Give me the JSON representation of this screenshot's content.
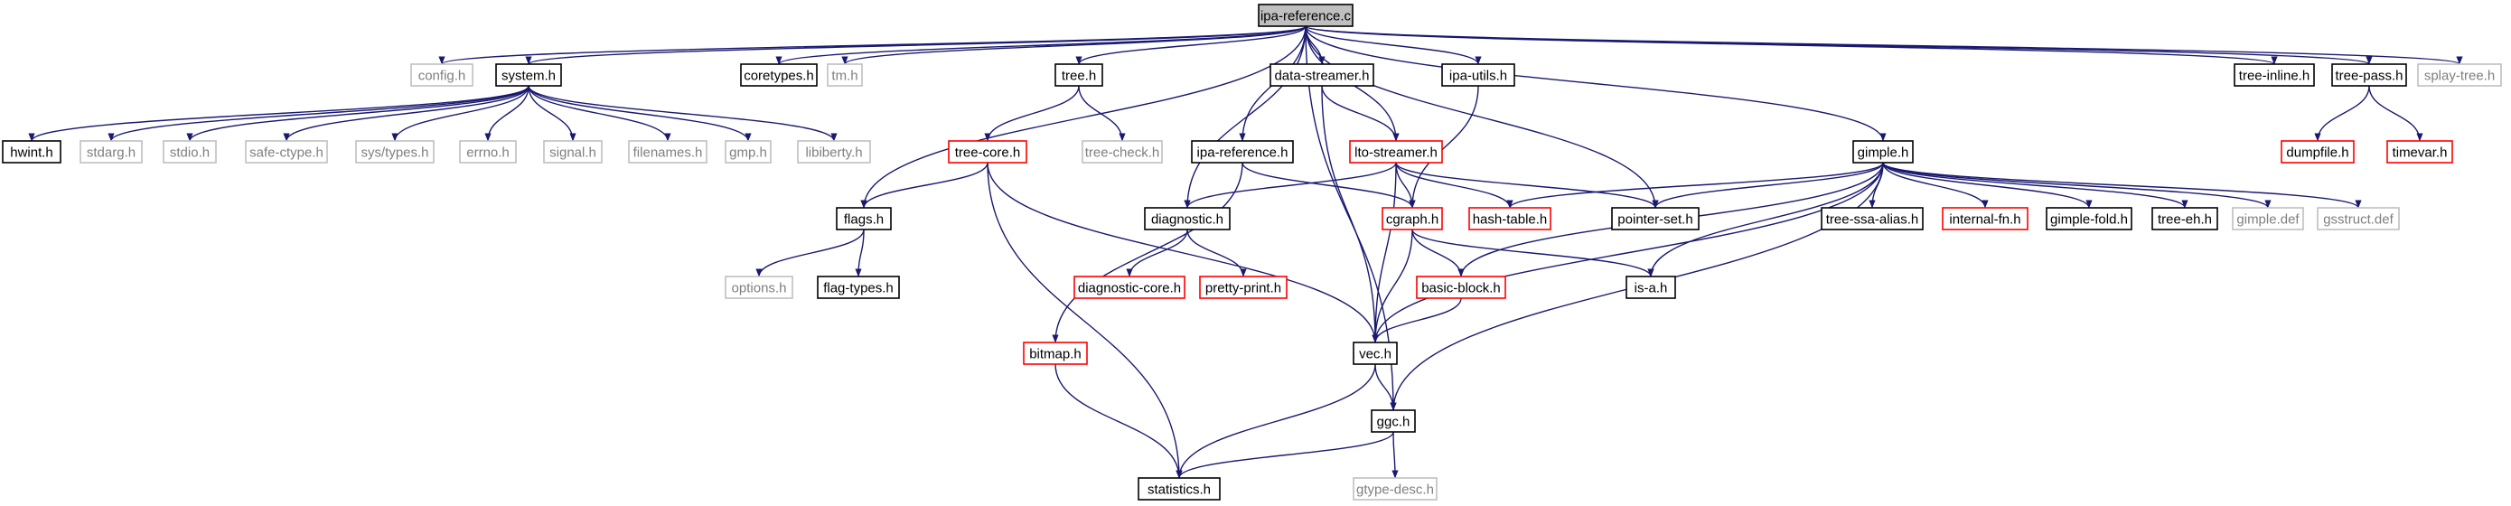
{
  "styles": {
    "root": {
      "fill": "#bfbfbf",
      "stroke": "#000000",
      "text": "#000000"
    },
    "normal": {
      "fill": "#ffffff",
      "stroke": "#000000",
      "text": "#000000"
    },
    "gray": {
      "fill": "#ffffff",
      "stroke": "#bfbfbf",
      "text": "#7f7f7f"
    },
    "red": {
      "fill": "#ffffff",
      "stroke": "#ff0000",
      "text": "#000000"
    },
    "edge": "#191970"
  },
  "nodes": [
    {
      "id": "ipa-reference-c",
      "label": "ipa-reference.c",
      "style": "root"
    },
    {
      "id": "config-h",
      "label": "config.h",
      "style": "gray"
    },
    {
      "id": "system-h",
      "label": "system.h",
      "style": "normal"
    },
    {
      "id": "coretypes-h",
      "label": "coretypes.h",
      "style": "normal"
    },
    {
      "id": "tm-h",
      "label": "tm.h",
      "style": "gray"
    },
    {
      "id": "tree-h",
      "label": "tree.h",
      "style": "normal"
    },
    {
      "id": "data-streamer-h",
      "label": "data-streamer.h",
      "style": "normal"
    },
    {
      "id": "ipa-utils-h",
      "label": "ipa-utils.h",
      "style": "normal"
    },
    {
      "id": "tree-inline-h",
      "label": "tree-inline.h",
      "style": "normal"
    },
    {
      "id": "tree-pass-h",
      "label": "tree-pass.h",
      "style": "normal"
    },
    {
      "id": "splay-tree-h",
      "label": "splay-tree.h",
      "style": "gray"
    },
    {
      "id": "hwint-h",
      "label": "hwint.h",
      "style": "normal"
    },
    {
      "id": "stdarg-h",
      "label": "stdarg.h",
      "style": "gray"
    },
    {
      "id": "stdio-h",
      "label": "stdio.h",
      "style": "gray"
    },
    {
      "id": "safe-ctype-h",
      "label": "safe-ctype.h",
      "style": "gray"
    },
    {
      "id": "sys-types-h",
      "label": "sys/types.h",
      "style": "gray"
    },
    {
      "id": "errno-h",
      "label": "errno.h",
      "style": "gray"
    },
    {
      "id": "signal-h",
      "label": "signal.h",
      "style": "gray"
    },
    {
      "id": "filenames-h",
      "label": "filenames.h",
      "style": "gray"
    },
    {
      "id": "gmp-h",
      "label": "gmp.h",
      "style": "gray"
    },
    {
      "id": "libiberty-h",
      "label": "libiberty.h",
      "style": "gray"
    },
    {
      "id": "tree-core-h",
      "label": "tree-core.h",
      "style": "red"
    },
    {
      "id": "tree-check-h",
      "label": "tree-check.h",
      "style": "gray"
    },
    {
      "id": "ipa-reference-h",
      "label": "ipa-reference.h",
      "style": "normal"
    },
    {
      "id": "lto-streamer-h",
      "label": "lto-streamer.h",
      "style": "red"
    },
    {
      "id": "gimple-h",
      "label": "gimple.h",
      "style": "normal"
    },
    {
      "id": "dumpfile-h",
      "label": "dumpfile.h",
      "style": "red"
    },
    {
      "id": "timevar-h",
      "label": "timevar.h",
      "style": "red"
    },
    {
      "id": "flags-h",
      "label": "flags.h",
      "style": "normal"
    },
    {
      "id": "diagnostic-h",
      "label": "diagnostic.h",
      "style": "normal"
    },
    {
      "id": "cgraph-h",
      "label": "cgraph.h",
      "style": "red"
    },
    {
      "id": "hash-table-h",
      "label": "hash-table.h",
      "style": "red"
    },
    {
      "id": "pointer-set-h",
      "label": "pointer-set.h",
      "style": "normal"
    },
    {
      "id": "tree-ssa-alias-h",
      "label": "tree-ssa-alias.h",
      "style": "normal"
    },
    {
      "id": "internal-fn-h",
      "label": "internal-fn.h",
      "style": "red"
    },
    {
      "id": "gimple-fold-h",
      "label": "gimple-fold.h",
      "style": "normal"
    },
    {
      "id": "tree-eh-h",
      "label": "tree-eh.h",
      "style": "normal"
    },
    {
      "id": "gimple-def",
      "label": "gimple.def",
      "style": "gray"
    },
    {
      "id": "gsstruct-def",
      "label": "gsstruct.def",
      "style": "gray"
    },
    {
      "id": "options-h",
      "label": "options.h",
      "style": "gray"
    },
    {
      "id": "flag-types-h",
      "label": "flag-types.h",
      "style": "normal"
    },
    {
      "id": "diagnostic-core-h",
      "label": "diagnostic-core.h",
      "style": "red"
    },
    {
      "id": "pretty-print-h",
      "label": "pretty-print.h",
      "style": "red"
    },
    {
      "id": "basic-block-h",
      "label": "basic-block.h",
      "style": "red"
    },
    {
      "id": "is-a-h",
      "label": "is-a.h",
      "style": "normal"
    },
    {
      "id": "bitmap-h",
      "label": "bitmap.h",
      "style": "red"
    },
    {
      "id": "vec-h",
      "label": "vec.h",
      "style": "normal"
    },
    {
      "id": "ggc-h",
      "label": "ggc.h",
      "style": "normal"
    },
    {
      "id": "statistics-h",
      "label": "statistics.h",
      "style": "normal"
    },
    {
      "id": "gtype-desc-h",
      "label": "gtype-desc.h",
      "style": "gray"
    }
  ],
  "edges": [
    [
      "ipa-reference-c",
      "config-h"
    ],
    [
      "ipa-reference-c",
      "system-h"
    ],
    [
      "ipa-reference-c",
      "coretypes-h"
    ],
    [
      "ipa-reference-c",
      "tm-h"
    ],
    [
      "ipa-reference-c",
      "tree-h"
    ],
    [
      "ipa-reference-c",
      "data-streamer-h"
    ],
    [
      "ipa-reference-c",
      "ipa-utils-h"
    ],
    [
      "ipa-reference-c",
      "tree-inline-h"
    ],
    [
      "ipa-reference-c",
      "tree-pass-h"
    ],
    [
      "ipa-reference-c",
      "splay-tree-h"
    ],
    [
      "ipa-reference-c",
      "flags-h"
    ],
    [
      "ipa-reference-c",
      "diagnostic-h"
    ],
    [
      "ipa-reference-c",
      "ipa-reference-h"
    ],
    [
      "ipa-reference-c",
      "lto-streamer-h"
    ],
    [
      "ipa-reference-c",
      "pointer-set-h"
    ],
    [
      "ipa-reference-c",
      "gimple-h"
    ],
    [
      "ipa-reference-c",
      "ggc-h"
    ],
    [
      "system-h",
      "hwint-h"
    ],
    [
      "system-h",
      "stdarg-h"
    ],
    [
      "system-h",
      "stdio-h"
    ],
    [
      "system-h",
      "safe-ctype-h"
    ],
    [
      "system-h",
      "sys-types-h"
    ],
    [
      "system-h",
      "errno-h"
    ],
    [
      "system-h",
      "signal-h"
    ],
    [
      "system-h",
      "filenames-h"
    ],
    [
      "system-h",
      "gmp-h"
    ],
    [
      "system-h",
      "libiberty-h"
    ],
    [
      "tree-h",
      "tree-core-h"
    ],
    [
      "tree-h",
      "tree-check-h"
    ],
    [
      "tree-core-h",
      "flags-h"
    ],
    [
      "tree-core-h",
      "vec-h"
    ],
    [
      "tree-core-h",
      "statistics-h"
    ],
    [
      "data-streamer-h",
      "lto-streamer-h"
    ],
    [
      "data-streamer-h",
      "vec-h"
    ],
    [
      "ipa-utils-h",
      "cgraph-h"
    ],
    [
      "tree-pass-h",
      "dumpfile-h"
    ],
    [
      "tree-pass-h",
      "timevar-h"
    ],
    [
      "ipa-reference-h",
      "cgraph-h"
    ],
    [
      "ipa-reference-h",
      "bitmap-h"
    ],
    [
      "lto-streamer-h",
      "diagnostic-h"
    ],
    [
      "lto-streamer-h",
      "cgraph-h"
    ],
    [
      "lto-streamer-h",
      "hash-table-h"
    ],
    [
      "lto-streamer-h",
      "pointer-set-h"
    ],
    [
      "lto-streamer-h",
      "vec-h"
    ],
    [
      "gimple-h",
      "hash-table-h"
    ],
    [
      "gimple-h",
      "pointer-set-h"
    ],
    [
      "gimple-h",
      "tree-ssa-alias-h"
    ],
    [
      "gimple-h",
      "internal-fn-h"
    ],
    [
      "gimple-h",
      "gimple-fold-h"
    ],
    [
      "gimple-h",
      "tree-eh-h"
    ],
    [
      "gimple-h",
      "gimple-def"
    ],
    [
      "gimple-h",
      "gsstruct-def"
    ],
    [
      "gimple-h",
      "basic-block-h"
    ],
    [
      "gimple-h",
      "is-a-h"
    ],
    [
      "gimple-h",
      "vec-h"
    ],
    [
      "gimple-h",
      "ggc-h"
    ],
    [
      "flags-h",
      "options-h"
    ],
    [
      "flags-h",
      "flag-types-h"
    ],
    [
      "diagnostic-h",
      "diagnostic-core-h"
    ],
    [
      "diagnostic-h",
      "pretty-print-h"
    ],
    [
      "cgraph-h",
      "basic-block-h"
    ],
    [
      "cgraph-h",
      "is-a-h"
    ],
    [
      "cgraph-h",
      "vec-h"
    ],
    [
      "basic-block-h",
      "vec-h"
    ],
    [
      "bitmap-h",
      "statistics-h"
    ],
    [
      "vec-h",
      "ggc-h"
    ],
    [
      "vec-h",
      "statistics-h"
    ],
    [
      "ggc-h",
      "statistics-h"
    ],
    [
      "ggc-h",
      "gtype-desc-h"
    ]
  ]
}
